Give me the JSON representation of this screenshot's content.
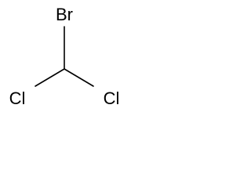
{
  "molecule": {
    "atoms": {
      "top": "Br",
      "left": "Cl",
      "right": "Cl"
    },
    "colors": {
      "stroke": "#000000",
      "background": "#ffffff"
    }
  }
}
